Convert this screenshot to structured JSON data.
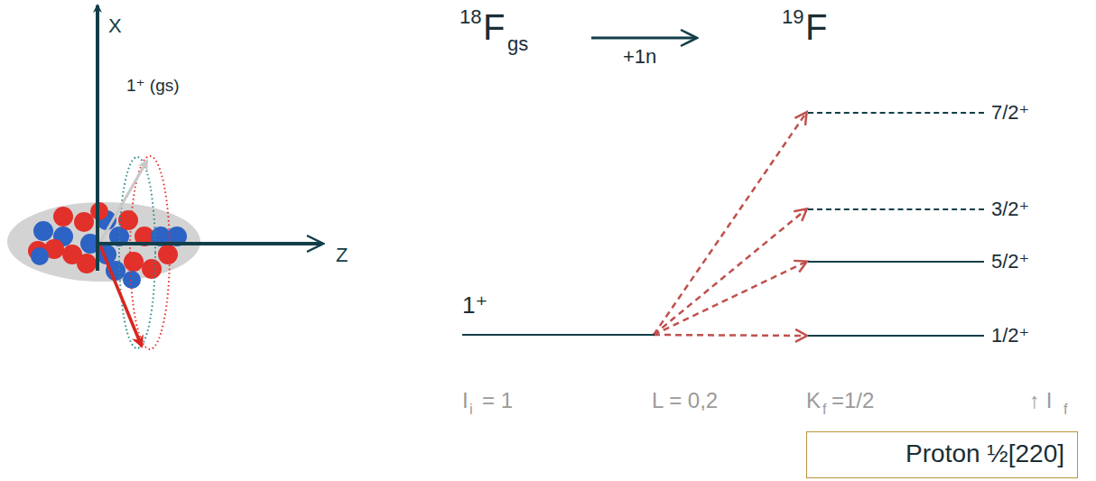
{
  "diagram": {
    "nodes": [
      {
        "text": [
          "1⁺"
        ]
      },
      {
        "text": [
          "7/2⁺"
        ]
      },
      {
        "text": [
          "3/2⁺"
        ]
      },
      {
        "text": [
          "5/2⁺"
        ]
      },
      {
        "text": [
          "1/2⁺"
        ]
      },
      {
        "text": [
          "Proton ½[220]"
        ]
      }
    ],
    "edges": [
      {
        "from": 0,
        "to": 1,
        "arrow": "to"
      },
      {
        "from": 0,
        "to": 2,
        "arrow": "to"
      },
      {
        "from": 0,
        "to": 3,
        "arrow": "to"
      },
      {
        "from": 0,
        "to": 4,
        "arrow": "to"
      }
    ],
    "labels": [
      "X",
      "Z",
      "1⁺ (gs)",
      "18",
      "F",
      "gs",
      "+1n",
      "19",
      "F",
      "I",
      "i",
      "= 1",
      "L = 0,2",
      "K",
      "f",
      "=1/2",
      "↑ I",
      "f"
    ]
  }
}
